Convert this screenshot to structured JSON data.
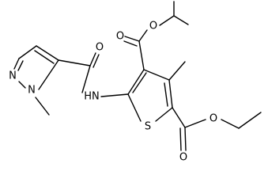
{
  "molecule": {
    "atoms": {
      "o_isopropyl_carbonyl": "O",
      "o_isopropyl_ester": "O",
      "o_amide_carbonyl": "O",
      "n_pyrazole_2": "N",
      "n_pyrazole_1": "N",
      "n_amide_h": "HN",
      "s_thiophene": "S",
      "o_ethyl_carbonyl": "O",
      "o_ethyl_ester": "O"
    }
  }
}
